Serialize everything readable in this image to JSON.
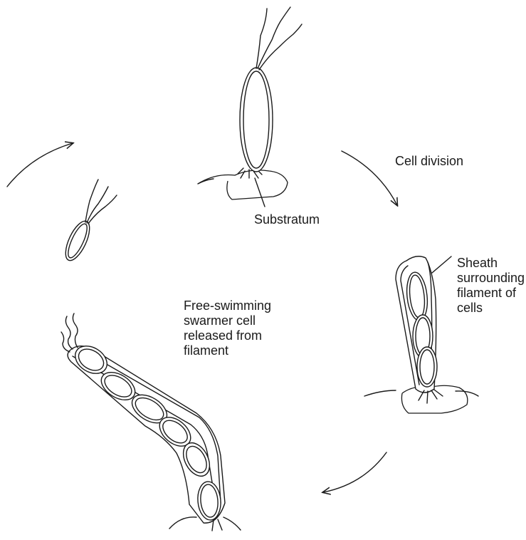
{
  "labels": {
    "cell_division": "Cell division",
    "substratum": "Substratum",
    "sheath_line1": "Sheath",
    "sheath_line2": "surrounding",
    "sheath_line3": "filament of",
    "sheath_line4": "cells",
    "swarmer_line1": "Free-swimming",
    "swarmer_line2": "swarmer cell",
    "swarmer_line3": "released from",
    "swarmer_line4": "filament"
  },
  "colors": {
    "line": "#1a1a1a",
    "background": "#ffffff"
  }
}
